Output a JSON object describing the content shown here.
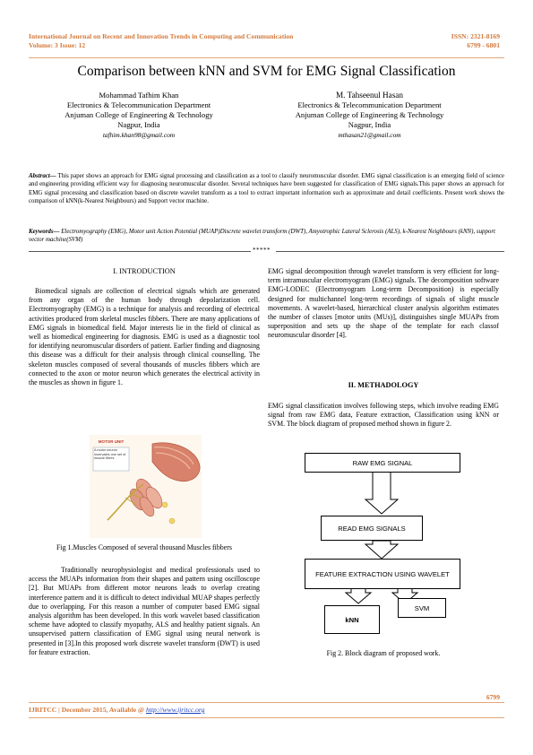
{
  "header": {
    "journal": "International Journal on Recent and Innovation Trends in Computing and Communication",
    "volume": "Volume: 3 Issue: 12",
    "issn": "ISSN: 2321-8169",
    "pages": "6799 - 6801"
  },
  "title": "Comparison between kNN and SVM for EMG Signal Classification",
  "authors": [
    {
      "name": "Mohammad Tafhim Khan",
      "dept": "Electronics & Telecommunication Department",
      "college": "Anjuman College of Engineering & Technology",
      "city": "Nagpur, India",
      "email": "tafhim.khan98@gmail.com"
    },
    {
      "name": "M. Tahseenul Hasan",
      "dept": "Electronics & Telecommunication Department",
      "college": "Anjuman College of Engineering & Technology",
      "city": "Nagpur, India",
      "email": "mthasan21@gmail.com"
    }
  ],
  "abstract": {
    "label": "Abstract—",
    "text": " This paper shows an approach for EMG signal processing and classification as a tool to classify neuromuscular disorder. EMG signal classification is an emerging field of science and engineering providing efficient way for diagnosing neuromuscular disorder. Several techniques have been suggested for classification of EMG signals.This paper shows an approach for EMG signal processing and classification based on discrete wavelet transform as a tool to extract important information such as approximate and detail coefficients. Present work shows the comparison of kNN(k-Nearest Neighbours) and Support vector machine."
  },
  "keywords": {
    "label": "Keywords—",
    "text": " Electromyography (EMG), Motor unit Action Potential (MUAP)Discrete wavelet transform (DWT), Amyotrophic Lateral Sclerosis (ALS), k-Nearest Neighbours (kNN), support vector machine(SVM)"
  },
  "separator": "*****",
  "section1": {
    "heading": "I.   INTRODUCTION",
    "p1": "Biomedical signals are collection of electrical signals which are generated from any organ of the human body through depolarization cell.  Electromyography (EMG) is a technique for analysis and recording of electrical activities produced from skeletal muscles fibbers. There are many applications of EMG signals in biomedical field. Major interests lie in the field of clinical as well as biomedical engineering for diagnosis. EMG is used as a diagnostic tool for identifying neuromuscular disorders of patient. Earlier finding and diagnosing this disease was a difficult for their analysis through clinical counselling. The skeleton muscles composed of several thousands of muscles fibbers which are connected to the axon or motor neuron which generates the electrical activity in the muscles as shown in figure 1.",
    "fig1_caption": "Fig 1.Muscles Composed of several thousand Muscles fibbers",
    "fig1_labels": {
      "motor_unit": "MOTOR UNIT",
      "note": "A motor neuron innervates one set of muscle fibres"
    },
    "p2": "Traditionally neurophysiologist and medical professionals used to access the MUAPs information from their shapes and pattern using oscilloscope [2]. But MUAPs from different motor neurons leads to overlap creating interference pattern and it is difficult to detect individual MUAP shapes perfectly due to overlapping. For this reason a number of computer based EMG signal analysis algorithm has been developed. In this work wavelet based classification scheme have adopted to classify myopathy, ALS and healthy patient signals. An unsupervised pattern classification of EMG signal using neural network is presented in [3].In this proposed work discrete wavelet transform (DWT) is used for feature extraction."
  },
  "right": {
    "p1": "EMG signal decomposition through wavelet transform is very efficient for long-term intramuscular electromyogram (EMG) signals.  The  decomposition  software  EMG-LODEC (Electromyogram Long-term Decomposition) is especially designed for multichannel long-term recordings of signals of slight muscle movements. A wavelet-based, hierarchical cluster analysis algorithm estimates the number of classes [motor units (MUs)], distinguishes single MUAPs from superposition and sets up the shape of the template for each classof neuromuscular disorder [4].",
    "heading": "II. METHADOLOGY",
    "p2": "EMG signal classification involves following steps, which involve reading EMG signal from raw EMG data, Feature extraction, Classification using kNN or SVM. The block diagram of proposed method shown in figure 2.",
    "diagram": {
      "b1": "RAW EMG SIGNAL",
      "b2": "READ EMG SIGNALS",
      "b3": "FEATURE EXTRACTION USING WAVELET",
      "b4": "kNN",
      "b5": "SVM"
    },
    "fig2_caption": "Fig 2. Block diagram of proposed work."
  },
  "footer": {
    "left": "IJRITCC | December 2015, Available @ ",
    "link": "http://www.ijritcc.org",
    "page": "6799"
  }
}
